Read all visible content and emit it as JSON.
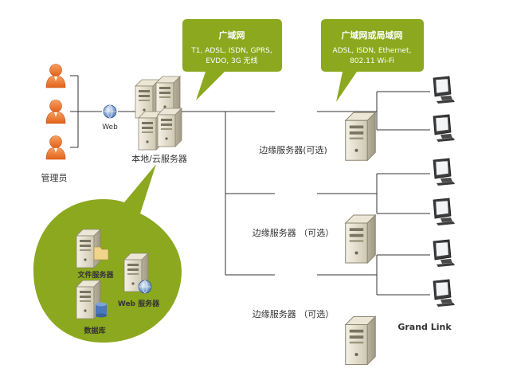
{
  "colors": {
    "bubble": "#8ba81f",
    "bubble_light": "#9dbb2c",
    "line": "#333333",
    "person": "#f07a2a",
    "server": "#d8d2bf",
    "monitor": "#2f2f2f"
  },
  "callout_wan": {
    "title": "广域网",
    "line1": "T1, ADSL, ISDN, GPRS,",
    "line2": "EVDO, 3G 无线"
  },
  "callout_lan": {
    "title": "广域网或局域网",
    "line1": "ADSL, ISDN, Ethernet,",
    "line2": "802.11 Wi-Fi"
  },
  "admin": {
    "label": "管理员",
    "count": 3,
    "icon": "person-icon"
  },
  "web_link": {
    "label": "Web",
    "icon": "globe-icon"
  },
  "central_server": {
    "label": "本地/云服务器",
    "icon": "server-cluster-icon"
  },
  "edge_servers": [
    {
      "label": "边缘服务器(可选)"
    },
    {
      "label": "边缘服务器 （可选）"
    },
    {
      "label": "边缘服务器 （可选）"
    }
  ],
  "local_services": {
    "file_server": "文件服务器",
    "web_server": "Web 服务器",
    "database": "数据库"
  },
  "clients": {
    "label": "Grand Link",
    "count": 6,
    "icon": "monitor-icon"
  }
}
